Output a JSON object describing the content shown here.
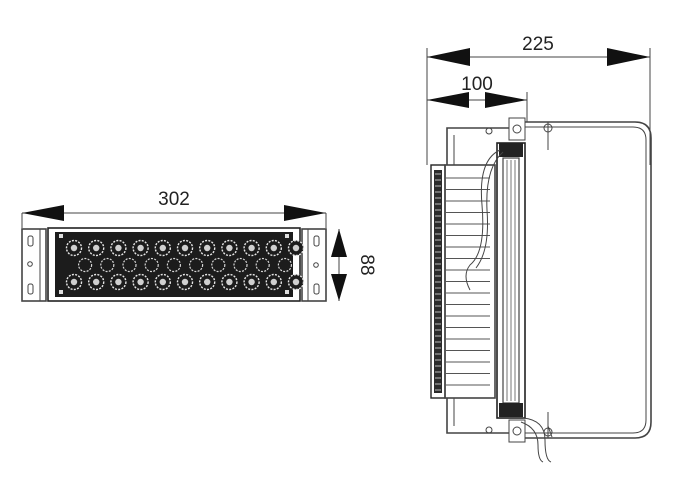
{
  "dimensions": {
    "front_width": "302",
    "front_height": "88",
    "side_total_depth": "225",
    "side_body_depth": "100"
  },
  "led_module": {
    "rows": 2,
    "per_row": 11
  }
}
